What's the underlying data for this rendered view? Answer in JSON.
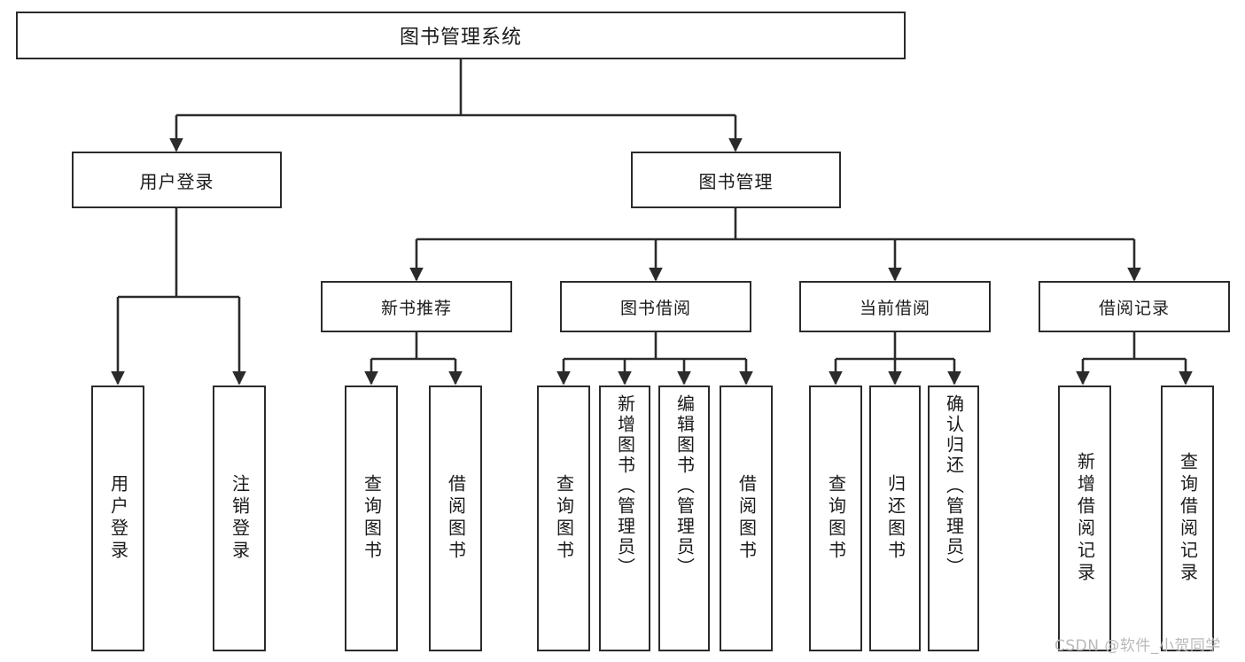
{
  "diagram": {
    "type": "tree",
    "title": "图书管理系统",
    "root": {
      "label": "图书管理系统"
    },
    "level1": [
      {
        "label": "用户登录"
      },
      {
        "label": "图书管理"
      }
    ],
    "level2": [
      {
        "label": "新书推荐"
      },
      {
        "label": "图书借阅"
      },
      {
        "label": "当前借阅"
      },
      {
        "label": "借阅记录"
      }
    ],
    "leaves": {
      "user_login": [
        {
          "label": "用户登录"
        },
        {
          "label": "注销登录"
        }
      ],
      "new_book": [
        {
          "label": "查询图书"
        },
        {
          "label": "借阅图书"
        }
      ],
      "borrow_book": [
        {
          "label": "查询图书"
        },
        {
          "label": "新增图书（管理员）"
        },
        {
          "label": "编辑图书（管理员）"
        },
        {
          "label": "借阅图书"
        }
      ],
      "current_borrow": [
        {
          "label": "查询图书"
        },
        {
          "label": "归还图书"
        },
        {
          "label": "确认归还（管理员）"
        }
      ],
      "borrow_record": [
        {
          "label": "新增借阅记录"
        },
        {
          "label": "查询借阅记录"
        }
      ]
    }
  },
  "watermark": {
    "text": "CSDN @软件_小贺同学"
  },
  "colors": {
    "stroke": "#2b2b2b",
    "fill": "#ffffff",
    "text": "#1a1a1a",
    "watermark": "#b9b9b9"
  }
}
